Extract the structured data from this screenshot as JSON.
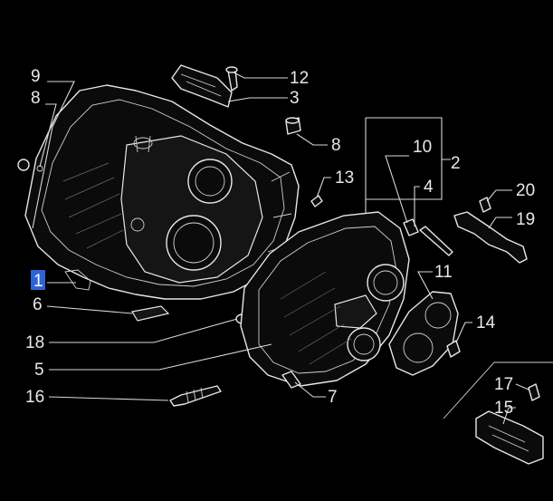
{
  "callouts": [
    {
      "id": "c9",
      "label": "9"
    },
    {
      "id": "c8a",
      "label": "8"
    },
    {
      "id": "c12",
      "label": "12"
    },
    {
      "id": "c3",
      "label": "3"
    },
    {
      "id": "c8b",
      "label": "8"
    },
    {
      "id": "c10",
      "label": "10"
    },
    {
      "id": "c2",
      "label": "2"
    },
    {
      "id": "c13",
      "label": "13"
    },
    {
      "id": "c4",
      "label": "4"
    },
    {
      "id": "c20",
      "label": "20"
    },
    {
      "id": "c19",
      "label": "19"
    },
    {
      "id": "c11",
      "label": "11"
    },
    {
      "id": "c1",
      "label": "1",
      "selected": true
    },
    {
      "id": "c6",
      "label": "6"
    },
    {
      "id": "c14",
      "label": "14"
    },
    {
      "id": "c18",
      "label": "18"
    },
    {
      "id": "c5",
      "label": "5"
    },
    {
      "id": "c7",
      "label": "7"
    },
    {
      "id": "c16",
      "label": "16"
    },
    {
      "id": "c17",
      "label": "17"
    },
    {
      "id": "c15",
      "label": "15"
    }
  ],
  "colors": {
    "background": "#000000",
    "line": "#e6e6e6",
    "selected": "#2d63d6"
  }
}
